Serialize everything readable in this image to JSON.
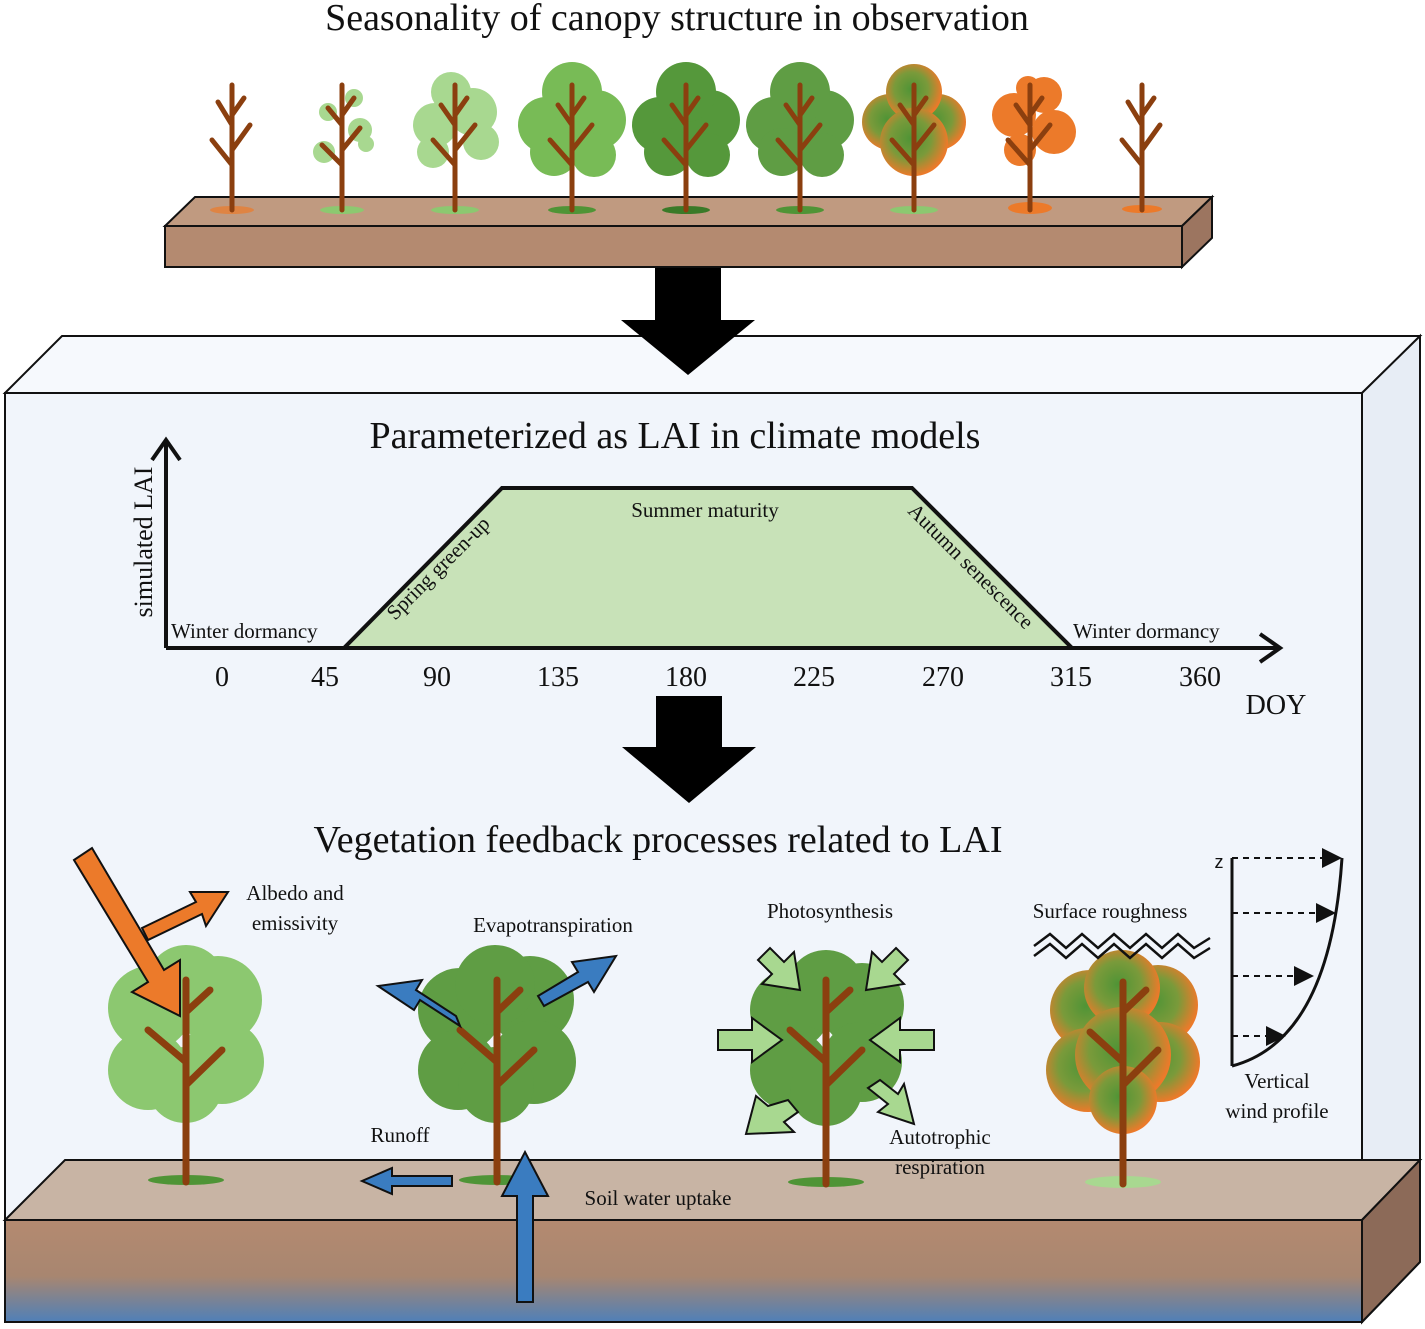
{
  "titles": {
    "observation": "Seasonality of canopy structure in observation",
    "parameterized": "Parameterized as LAI in climate models",
    "feedback": "Vegetation feedback processes related to LAI"
  },
  "lai_chart": {
    "ylabel": "simulated LAI",
    "xlabel": "DOY",
    "ticks": [
      "0",
      "45",
      "90",
      "135",
      "180",
      "225",
      "270",
      "315",
      "360"
    ],
    "phases": {
      "winter_left": "Winter dormancy",
      "spring": "Spring green-up",
      "summer": "Summer maturity",
      "autumn": "Autumn senescence",
      "winter_right": "Winter dormancy"
    }
  },
  "processes": {
    "albedo_line1": "Albedo and",
    "albedo_line2": "emissivity",
    "evapotranspiration": "Evapotranspiration",
    "runoff": "Runoff",
    "soil_water": "Soil water uptake",
    "photosynthesis": "Photosynthesis",
    "autotrophic_line1": "Autotrophic",
    "autotrophic_line2": "respiration",
    "roughness": "Surface roughness",
    "wind_line1": "Vertical",
    "wind_line2": "wind profile",
    "z_axis": "z"
  },
  "colors": {
    "light_green": "#8cc870",
    "mid_green": "#78bb56",
    "dark_green": "#4f9436",
    "orange": "#ec7a2a",
    "trunk": "#8b3f0f",
    "arrow_blue": "#3a7cc0",
    "lai_fill": "#c8e2b8",
    "soil": "#b48a70",
    "box_face": "#f1f5fb"
  }
}
